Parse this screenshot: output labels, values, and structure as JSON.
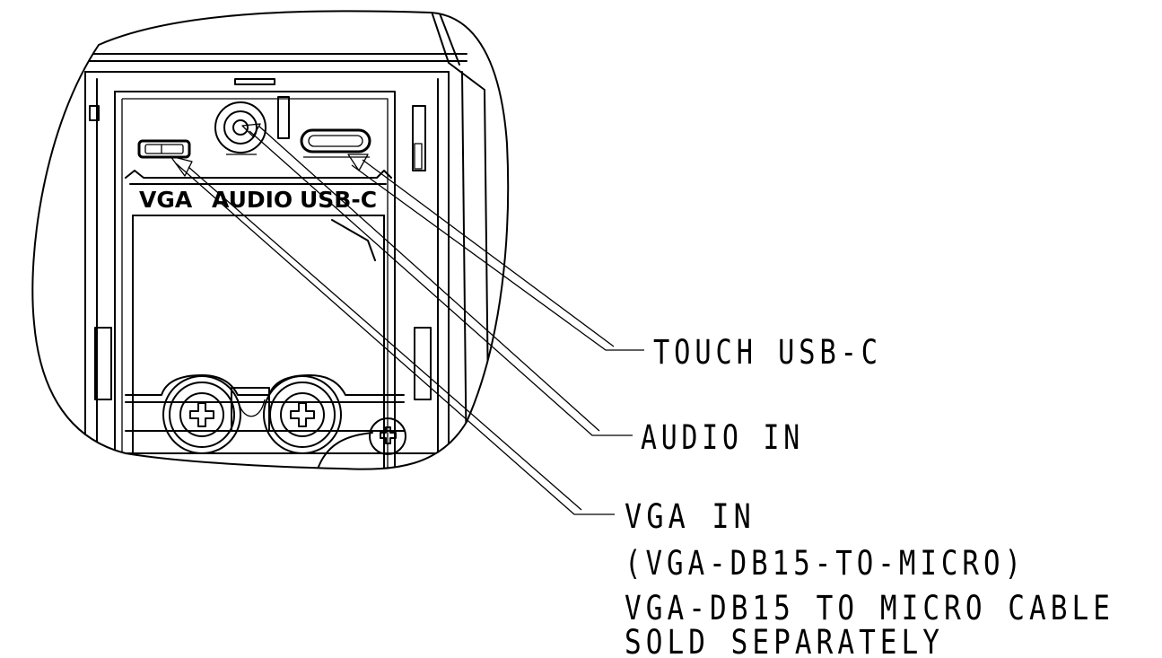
{
  "port_labels": {
    "vga": "VGA",
    "audio": "AUDIO",
    "usbc": "USB-C"
  },
  "callouts": {
    "touch_usbc": "TOUCH USB-C",
    "audio_in": "AUDIO IN",
    "vga_in_line1": "VGA IN",
    "vga_in_line2": "(VGA-DB15-TO-MICRO)",
    "vga_in_line3": "VGA-DB15 TO MICRO CABLE",
    "vga_in_line4": "SOLD SEPARATELY"
  },
  "colors": {
    "line": "#000000",
    "background": "#ffffff"
  }
}
